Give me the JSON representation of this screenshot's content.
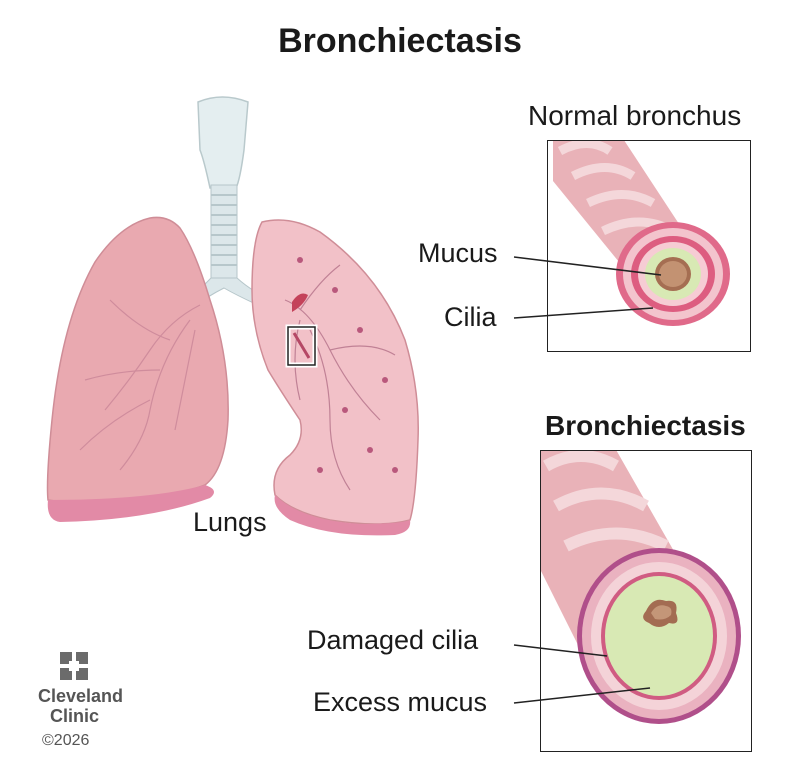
{
  "title": "Bronchiectasis",
  "lungs": {
    "label": "Lungs"
  },
  "normal": {
    "heading": "Normal bronchus",
    "labels": [
      "Mucus",
      "Cilia"
    ]
  },
  "bronchiectasis": {
    "heading": "Bronchiectasis",
    "labels": [
      "Damaged cilia",
      "Excess mucus"
    ]
  },
  "credit": {
    "brand_line1": "Cleveland",
    "brand_line2": "Clinic",
    "copyright": "©2026"
  },
  "colors": {
    "lung": "#e7a5ac",
    "lung_dark": "#d98d98",
    "airway": "#c9e0e3",
    "mucus": "#d8e9b4",
    "wall": "#c84f7a"
  }
}
